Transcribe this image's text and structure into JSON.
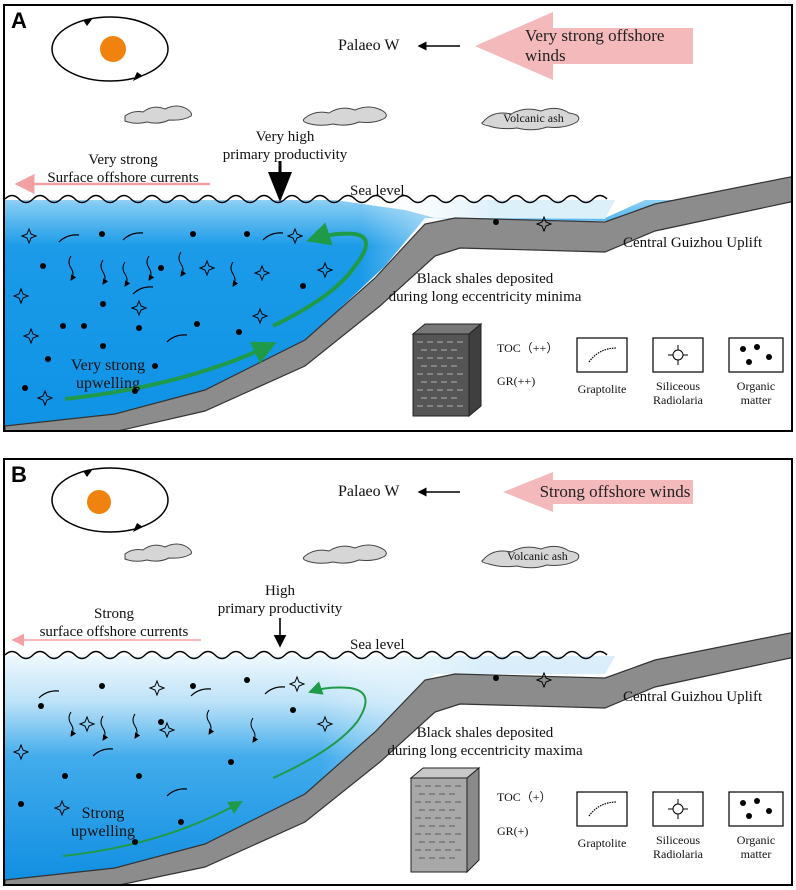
{
  "panels": [
    {
      "label": "A",
      "direction": "Palaeo W",
      "winds": "Very strong offshore winds",
      "volcanic_ash": "Volcanic ash",
      "currents": [
        "Very strong",
        "Surface offshore currents"
      ],
      "productivity": [
        "Very high",
        "primary productivity"
      ],
      "sea_level": "Sea level",
      "uplift": "Central Guizhou Uplift",
      "shales": [
        "Black shales deposited",
        "during long  eccentricity minima"
      ],
      "upwelling": [
        "Very strong",
        "upwelling"
      ],
      "toc": "TOC（++）",
      "gr": "GR(++)",
      "legend": [
        {
          "lines": [
            "Graptolite"
          ]
        },
        {
          "lines": [
            "Siliceous",
            "Radiolaria"
          ]
        },
        {
          "lines": [
            "Organic",
            "matter"
          ]
        }
      ],
      "colors": {
        "block": "#555555",
        "arrow_fill": "#f4b9bb",
        "current_arrow": "#f3a0a2"
      }
    },
    {
      "label": "B",
      "direction": "Palaeo W",
      "winds": "Strong offshore winds",
      "volcanic_ash": "Volcanic ash",
      "currents": [
        "Strong",
        "surface offshore currents"
      ],
      "productivity": [
        "High",
        "primary productivity"
      ],
      "sea_level": "Sea level",
      "uplift": "Central Guizhou Uplift",
      "shales": [
        "Black shales deposited",
        "during long  eccentricity maxima"
      ],
      "upwelling": [
        "Strong",
        "upwelling"
      ],
      "toc": "TOC（+）",
      "gr": "GR(+)",
      "legend": [
        {
          "lines": [
            "Graptolite"
          ]
        },
        {
          "lines": [
            "Siliceous",
            "Radiolaria"
          ]
        },
        {
          "lines": [
            "Organic",
            "matter"
          ]
        }
      ],
      "colors": {
        "block": "#a8a8a8",
        "arrow_fill": "#f4b9bb",
        "current_arrow": "#f3a0a2"
      }
    }
  ],
  "colors": {
    "sun": "#f0820f",
    "water_deep": "#1095e6",
    "water_light": "#d8eefa",
    "upwelling_arrow": "#1f9a48",
    "slope": "#8c8c8c",
    "cloud": "#d6d6d6"
  }
}
